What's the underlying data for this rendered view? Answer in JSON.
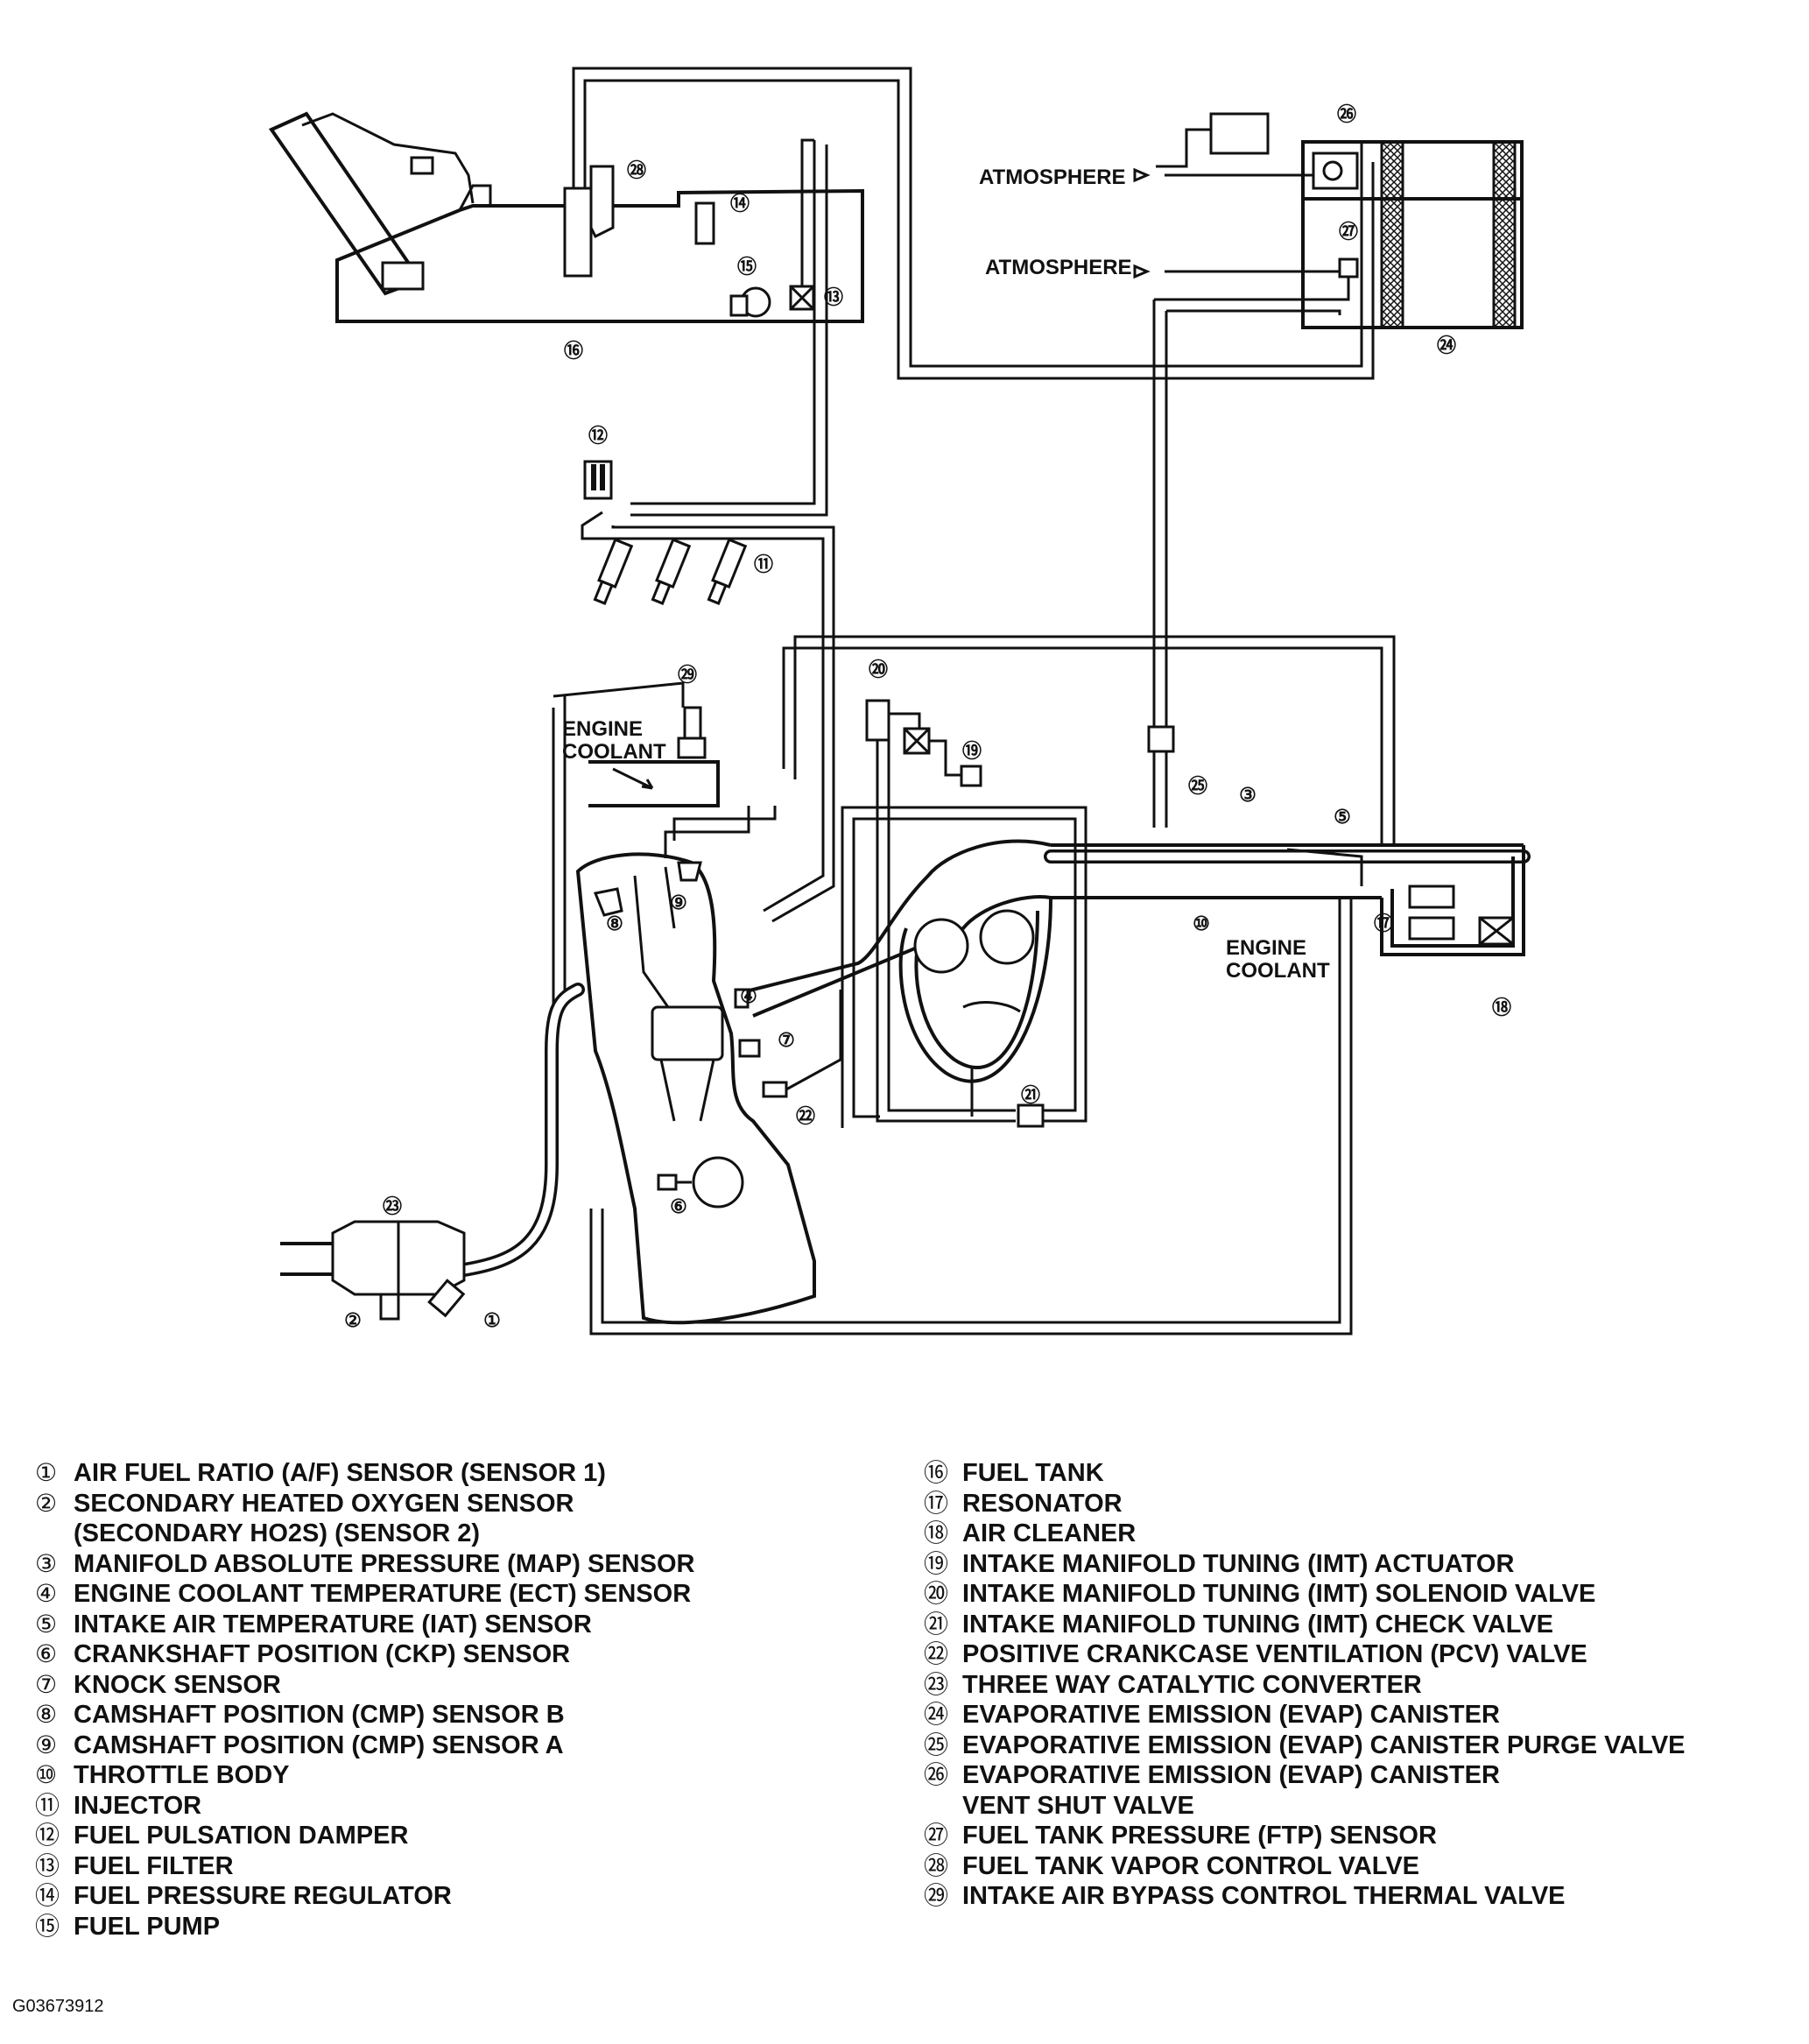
{
  "diagram": {
    "labels": {
      "atmosphere_1": "ATMOSPHERE",
      "atmosphere_2": "ATMOSPHERE",
      "engine_coolant_1_l1": "ENGINE",
      "engine_coolant_1_l2": "COOLANT",
      "engine_coolant_2_l1": "ENGINE",
      "engine_coolant_2_l2": "COOLANT"
    },
    "callouts": [
      "①",
      "②",
      "③",
      "④",
      "⑤",
      "⑥",
      "⑦",
      "⑧",
      "⑨",
      "⑩",
      "⑪",
      "⑫",
      "⑬",
      "⑭",
      "⑮",
      "⑯",
      "⑰",
      "⑱",
      "⑲",
      "⑳",
      "㉑",
      "㉒",
      "㉓",
      "㉔",
      "㉕",
      "㉖",
      "㉗",
      "㉘",
      "㉙"
    ]
  },
  "legend": {
    "left": [
      {
        "num": "①",
        "text": "AIR FUEL RATIO (A/F) SENSOR (SENSOR 1)"
      },
      {
        "num": "②",
        "text": "SECONDARY HEATED OXYGEN SENSOR\n(SECONDARY HO2S) (SENSOR 2)"
      },
      {
        "num": "③",
        "text": "MANIFOLD ABSOLUTE PRESSURE (MAP) SENSOR"
      },
      {
        "num": "④",
        "text": "ENGINE COOLANT TEMPERATURE (ECT) SENSOR"
      },
      {
        "num": "⑤",
        "text": "INTAKE AIR TEMPERATURE (IAT) SENSOR"
      },
      {
        "num": "⑥",
        "text": "CRANKSHAFT POSITION (CKP) SENSOR"
      },
      {
        "num": "⑦",
        "text": "KNOCK SENSOR"
      },
      {
        "num": "⑧",
        "text": "CAMSHAFT POSITION (CMP) SENSOR B"
      },
      {
        "num": "⑨",
        "text": "CAMSHAFT POSITION (CMP) SENSOR A"
      },
      {
        "num": "⑩",
        "text": "THROTTLE BODY"
      },
      {
        "num": "⑪",
        "text": "INJECTOR"
      },
      {
        "num": "⑫",
        "text": "FUEL PULSATION DAMPER"
      },
      {
        "num": "⑬",
        "text": "FUEL FILTER"
      },
      {
        "num": "⑭",
        "text": "FUEL PRESSURE REGULATOR"
      },
      {
        "num": "⑮",
        "text": "FUEL PUMP"
      }
    ],
    "right": [
      {
        "num": "⑯",
        "text": "FUEL TANK"
      },
      {
        "num": "⑰",
        "text": "RESONATOR"
      },
      {
        "num": "⑱",
        "text": "AIR CLEANER"
      },
      {
        "num": "⑲",
        "text": "INTAKE MANIFOLD TUNING (IMT) ACTUATOR"
      },
      {
        "num": "⑳",
        "text": "INTAKE MANIFOLD TUNING (IMT) SOLENOID VALVE"
      },
      {
        "num": "㉑",
        "text": "INTAKE MANIFOLD TUNING (IMT) CHECK VALVE"
      },
      {
        "num": "㉒",
        "text": "POSITIVE CRANKCASE VENTILATION (PCV) VALVE"
      },
      {
        "num": "㉓",
        "text": "THREE WAY CATALYTIC CONVERTER"
      },
      {
        "num": "㉔",
        "text": "EVAPORATIVE EMISSION (EVAP) CANISTER"
      },
      {
        "num": "㉕",
        "text": "EVAPORATIVE EMISSION (EVAP) CANISTER PURGE VALVE"
      },
      {
        "num": "㉖",
        "text": "EVAPORATIVE EMISSION (EVAP) CANISTER\nVENT SHUT VALVE"
      },
      {
        "num": "㉗",
        "text": "FUEL TANK PRESSURE (FTP) SENSOR"
      },
      {
        "num": "㉘",
        "text": "FUEL TANK VAPOR CONTROL VALVE"
      },
      {
        "num": "㉙",
        "text": "INTAKE AIR BYPASS CONTROL THERMAL VALVE"
      }
    ]
  },
  "figure_id": "G03673912"
}
